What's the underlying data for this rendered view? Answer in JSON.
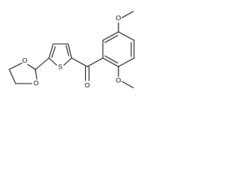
{
  "diagram": {
    "atoms": {
      "methoxy_top_o": "O",
      "methoxy_top_ch3": "",
      "methoxy_bottom_o": "O",
      "carbonyl_o": "O",
      "thiophene_s": "S",
      "dioxolane_o_upper": "O",
      "dioxolane_o_lower": "O"
    }
  }
}
